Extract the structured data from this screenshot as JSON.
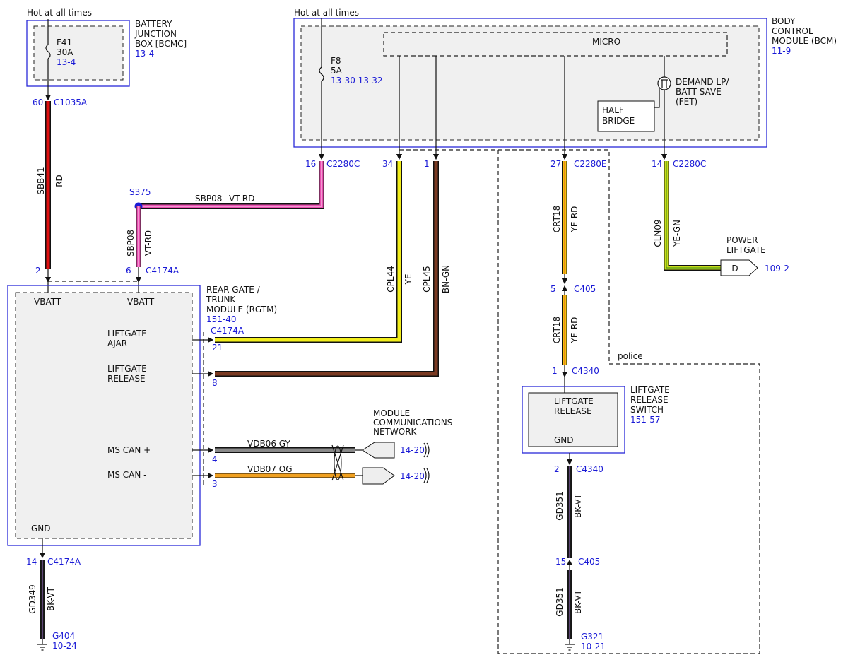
{
  "power": {
    "hot_left": "Hot at all times",
    "hot_right": "Hot at all times"
  },
  "bjb": {
    "name_lines": [
      "BATTERY",
      "JUNCTION",
      "BOX [BCMC]"
    ],
    "ref": "13-4",
    "fuse_name": "F41",
    "fuse_rating": "30A",
    "fuse_ref": "13-4"
  },
  "bcm": {
    "name_lines": [
      "BODY",
      "CONTROL",
      "MODULE (BCM)"
    ],
    "ref": "11-9",
    "micro": "MICRO",
    "fuse_name": "F8",
    "fuse_rating": "5A",
    "fuse_ref": "13-30 13-32",
    "fet_lines": [
      "DEMAND LP/",
      "BATT SAVE",
      "(FET)"
    ],
    "half_bridge_lines": [
      "HALF",
      "BRIDGE"
    ]
  },
  "rgtm": {
    "name_lines": [
      "REAR GATE /",
      "TRUNK",
      "MODULE (RGTM)"
    ],
    "ref": "151-40",
    "vbatt_1": "VBATT",
    "vbatt_2": "VBATT",
    "liftgate_ajar": [
      "LIFTGATE",
      "AJAR"
    ],
    "liftgate_release": [
      "LIFTGATE",
      "RELEASE"
    ],
    "ms_can_plus": "MS CAN +",
    "ms_can_minus": "MS CAN -",
    "gnd": "GND"
  },
  "switch": {
    "name_lines": [
      "LIFTGATE",
      "RELEASE",
      "SWITCH"
    ],
    "ref": "151-57",
    "inner_lines": [
      "LIFTGATE",
      "RELEASE"
    ],
    "gnd": "GND"
  },
  "police": "police",
  "mcn": {
    "name_lines": [
      "MODULE",
      "COMMUNICATIONS",
      "NETWORK"
    ],
    "ref_1": "14-20",
    "ref_2": "14-20"
  },
  "power_liftgate": {
    "name_lines": [
      "POWER",
      "LIFTGATE"
    ],
    "connector": "D",
    "ref": "109-2"
  },
  "splice": "S375",
  "pins": {
    "c1035a_pin": "60",
    "c1035a": "C1035A",
    "c2280c_16_pin": "16",
    "c2280c_16": "C2280C",
    "c2280c_34_pin": "34",
    "c2280c_1_pin": "1",
    "c2280e_pin": "27",
    "c2280e": "C2280E",
    "c2280c_14_pin": "14",
    "c2280c_14": "C2280C",
    "c4174a_2_pin": "2",
    "c4174a_6_pin": "6",
    "c4174a_6": "C4174A",
    "c4174a_21": "C4174A",
    "c4174a_21_pin": "21",
    "c4174a_8_pin": "8",
    "c4174a_4_pin": "4",
    "c4174a_3_pin": "3",
    "c4174a_14_pin": "14",
    "c4174a_14": "C4174A",
    "c405_5_pin": "5",
    "c405_5": "C405",
    "c4340_1_pin": "1",
    "c4340_1": "C4340",
    "c4340_2_pin": "2",
    "c4340_2": "C4340",
    "c405_15_pin": "15",
    "c405_15": "C405"
  },
  "wires": {
    "sbb41": {
      "circuit": "SBB41",
      "color": "RD",
      "hex": "#e01010"
    },
    "sbp08_h": {
      "circuit": "SBP08",
      "color": "VT-RD",
      "hex": "#e84fb0"
    },
    "sbp08_v": {
      "circuit": "SBP08",
      "color": "VT-RD",
      "hex": "#e84fb0"
    },
    "cpl44": {
      "circuit": "CPL44",
      "color": "YE",
      "hex": "#f2ee1c"
    },
    "cpl45": {
      "circuit": "CPL45",
      "color": "BN-GN",
      "hex": "#7a3a22"
    },
    "crt18_a": {
      "circuit": "CRT18",
      "color": "YE-RD",
      "hex": "#f4c20a"
    },
    "crt18_b": {
      "circuit": "CRT18",
      "color": "YE-RD",
      "hex": "#f4c20a"
    },
    "cln09": {
      "circuit": "CLN09",
      "color": "YE-GN",
      "hex": "#c8dc1a"
    },
    "vdb06": {
      "label": "VDB06  GY",
      "hex": "#8a8a8a"
    },
    "vdb07": {
      "label": "VDB07  OG",
      "hex": "#f0a020"
    },
    "gd349": {
      "circuit": "GD349",
      "color": "BK-VT",
      "hex": "#1a1a1a"
    },
    "gd351_a": {
      "circuit": "GD351",
      "color": "BK-VT",
      "hex": "#1a1a1a"
    },
    "gd351_b": {
      "circuit": "GD351",
      "color": "BK-VT",
      "hex": "#1a1a1a"
    }
  },
  "grounds": {
    "g404": "G404",
    "g404_ref": "10-24",
    "g321": "G321",
    "g321_ref": "10-21"
  }
}
